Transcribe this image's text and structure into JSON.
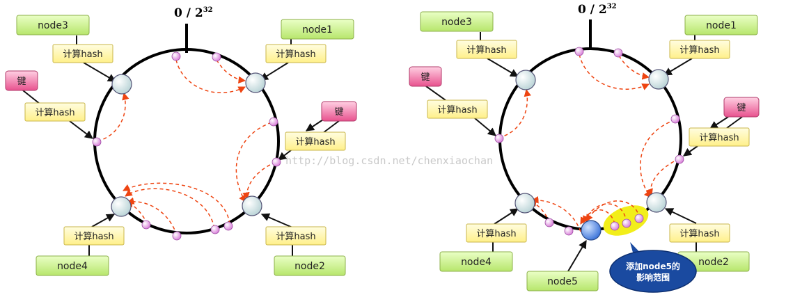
{
  "ring_top_label": {
    "base": "0 / 2",
    "exp": "32"
  },
  "node_labels": [
    "node1",
    "node2",
    "node3",
    "node4",
    "node5"
  ],
  "hash_label": "计算hash",
  "key_label": "键",
  "callout": {
    "line1": "添加node5的",
    "line2": "影响范围"
  },
  "watermark": "http://blog.csdn.net/chenxiaochan",
  "colors": {
    "node_label_fill": "#c8ef8a",
    "hash_label_fill": "#fff5a8",
    "key_fill": "#f06aa0",
    "arrow": "#ee4411",
    "callout_fill": "#1a4aa0",
    "highlight": "#f2ee1a",
    "new_node": "#4f8ae6"
  }
}
